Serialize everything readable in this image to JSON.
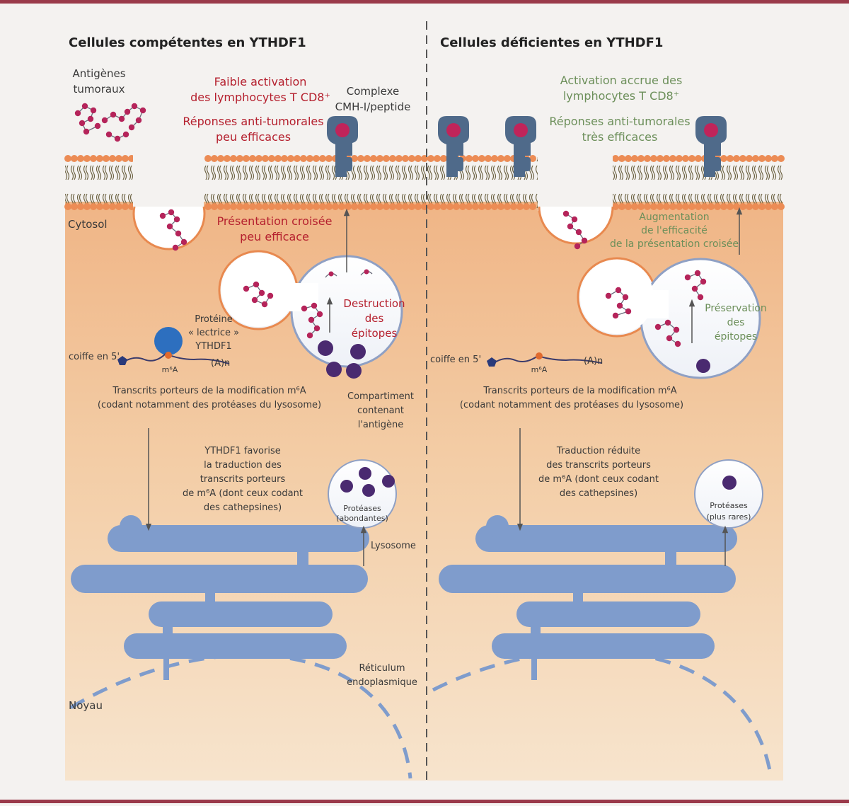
{
  "left": {
    "title": "Cellules compétentes en YTHDF1",
    "antigens": [
      "Antigènes",
      "tumoraux"
    ],
    "activation": [
      "Faible activation",
      "des lymphocytes T CD8⁺"
    ],
    "responses": [
      "Réponses anti-tumorales",
      "peu efficaces"
    ],
    "mhc": [
      "Complexe",
      "CMH-I/peptide"
    ],
    "cytosol": "Cytosol",
    "cross": [
      "Présentation croisée",
      "peu efficace"
    ],
    "destruction": [
      "Destruction",
      "des",
      "épitopes"
    ],
    "reader": [
      "Protéine",
      "« lectrice »",
      "YTHDF1"
    ],
    "cap": "coiffe en 5'",
    "m6a": "m⁶A",
    "polya": "(A)n",
    "transcripts": [
      "Transcrits porteurs de la modification m⁶A",
      "(codant notamment des protéases du lysosome)"
    ],
    "compartment": [
      "Compartiment",
      "contenant",
      "l'antigène"
    ],
    "translation": [
      "YTHDF1 favorise",
      "la traduction des",
      "transcrits porteurs",
      "de m⁶A (dont ceux codant",
      "des cathepsines)"
    ],
    "proteases": [
      "Protéases",
      "(abondantes)"
    ],
    "lysosome": "Lysosome",
    "er": [
      "Réticulum",
      "endoplasmique"
    ],
    "nucleus": "Noyau"
  },
  "right": {
    "title": "Cellules déficientes en YTHDF1",
    "activation": [
      "Activation accrue des",
      "lymphocytes T CD8⁺"
    ],
    "responses": [
      "Réponses anti-tumorales",
      "très efficaces"
    ],
    "cross": [
      "Augmentation",
      "de l'efficacité",
      "de la présentation croisée"
    ],
    "preservation": [
      "Préservation",
      "des",
      "épitopes"
    ],
    "cap": "coiffe en 5'",
    "m6a": "m⁶A",
    "polya": "(A)n",
    "transcripts": [
      "Transcrits porteurs de la modification m⁶A",
      "(codant notamment des protéases du lysosome)"
    ],
    "translation": [
      "Traduction réduite",
      "des transcrits porteurs",
      "de m⁶A (dont ceux codant",
      "des cathepsines)"
    ],
    "proteases": [
      "Protéases",
      "(plus rares)"
    ]
  },
  "colors": {
    "frame": "#9a3a4a",
    "cytosol_top": "#f0b98b",
    "membrane_head": "#ec8c55",
    "er": "#7f9ccc",
    "mhc": "#4f6a8a",
    "peptide": "#c0245a",
    "protease": "#4a2a70",
    "red_text": "#b5202e",
    "green_text": "#6c8f5a"
  }
}
